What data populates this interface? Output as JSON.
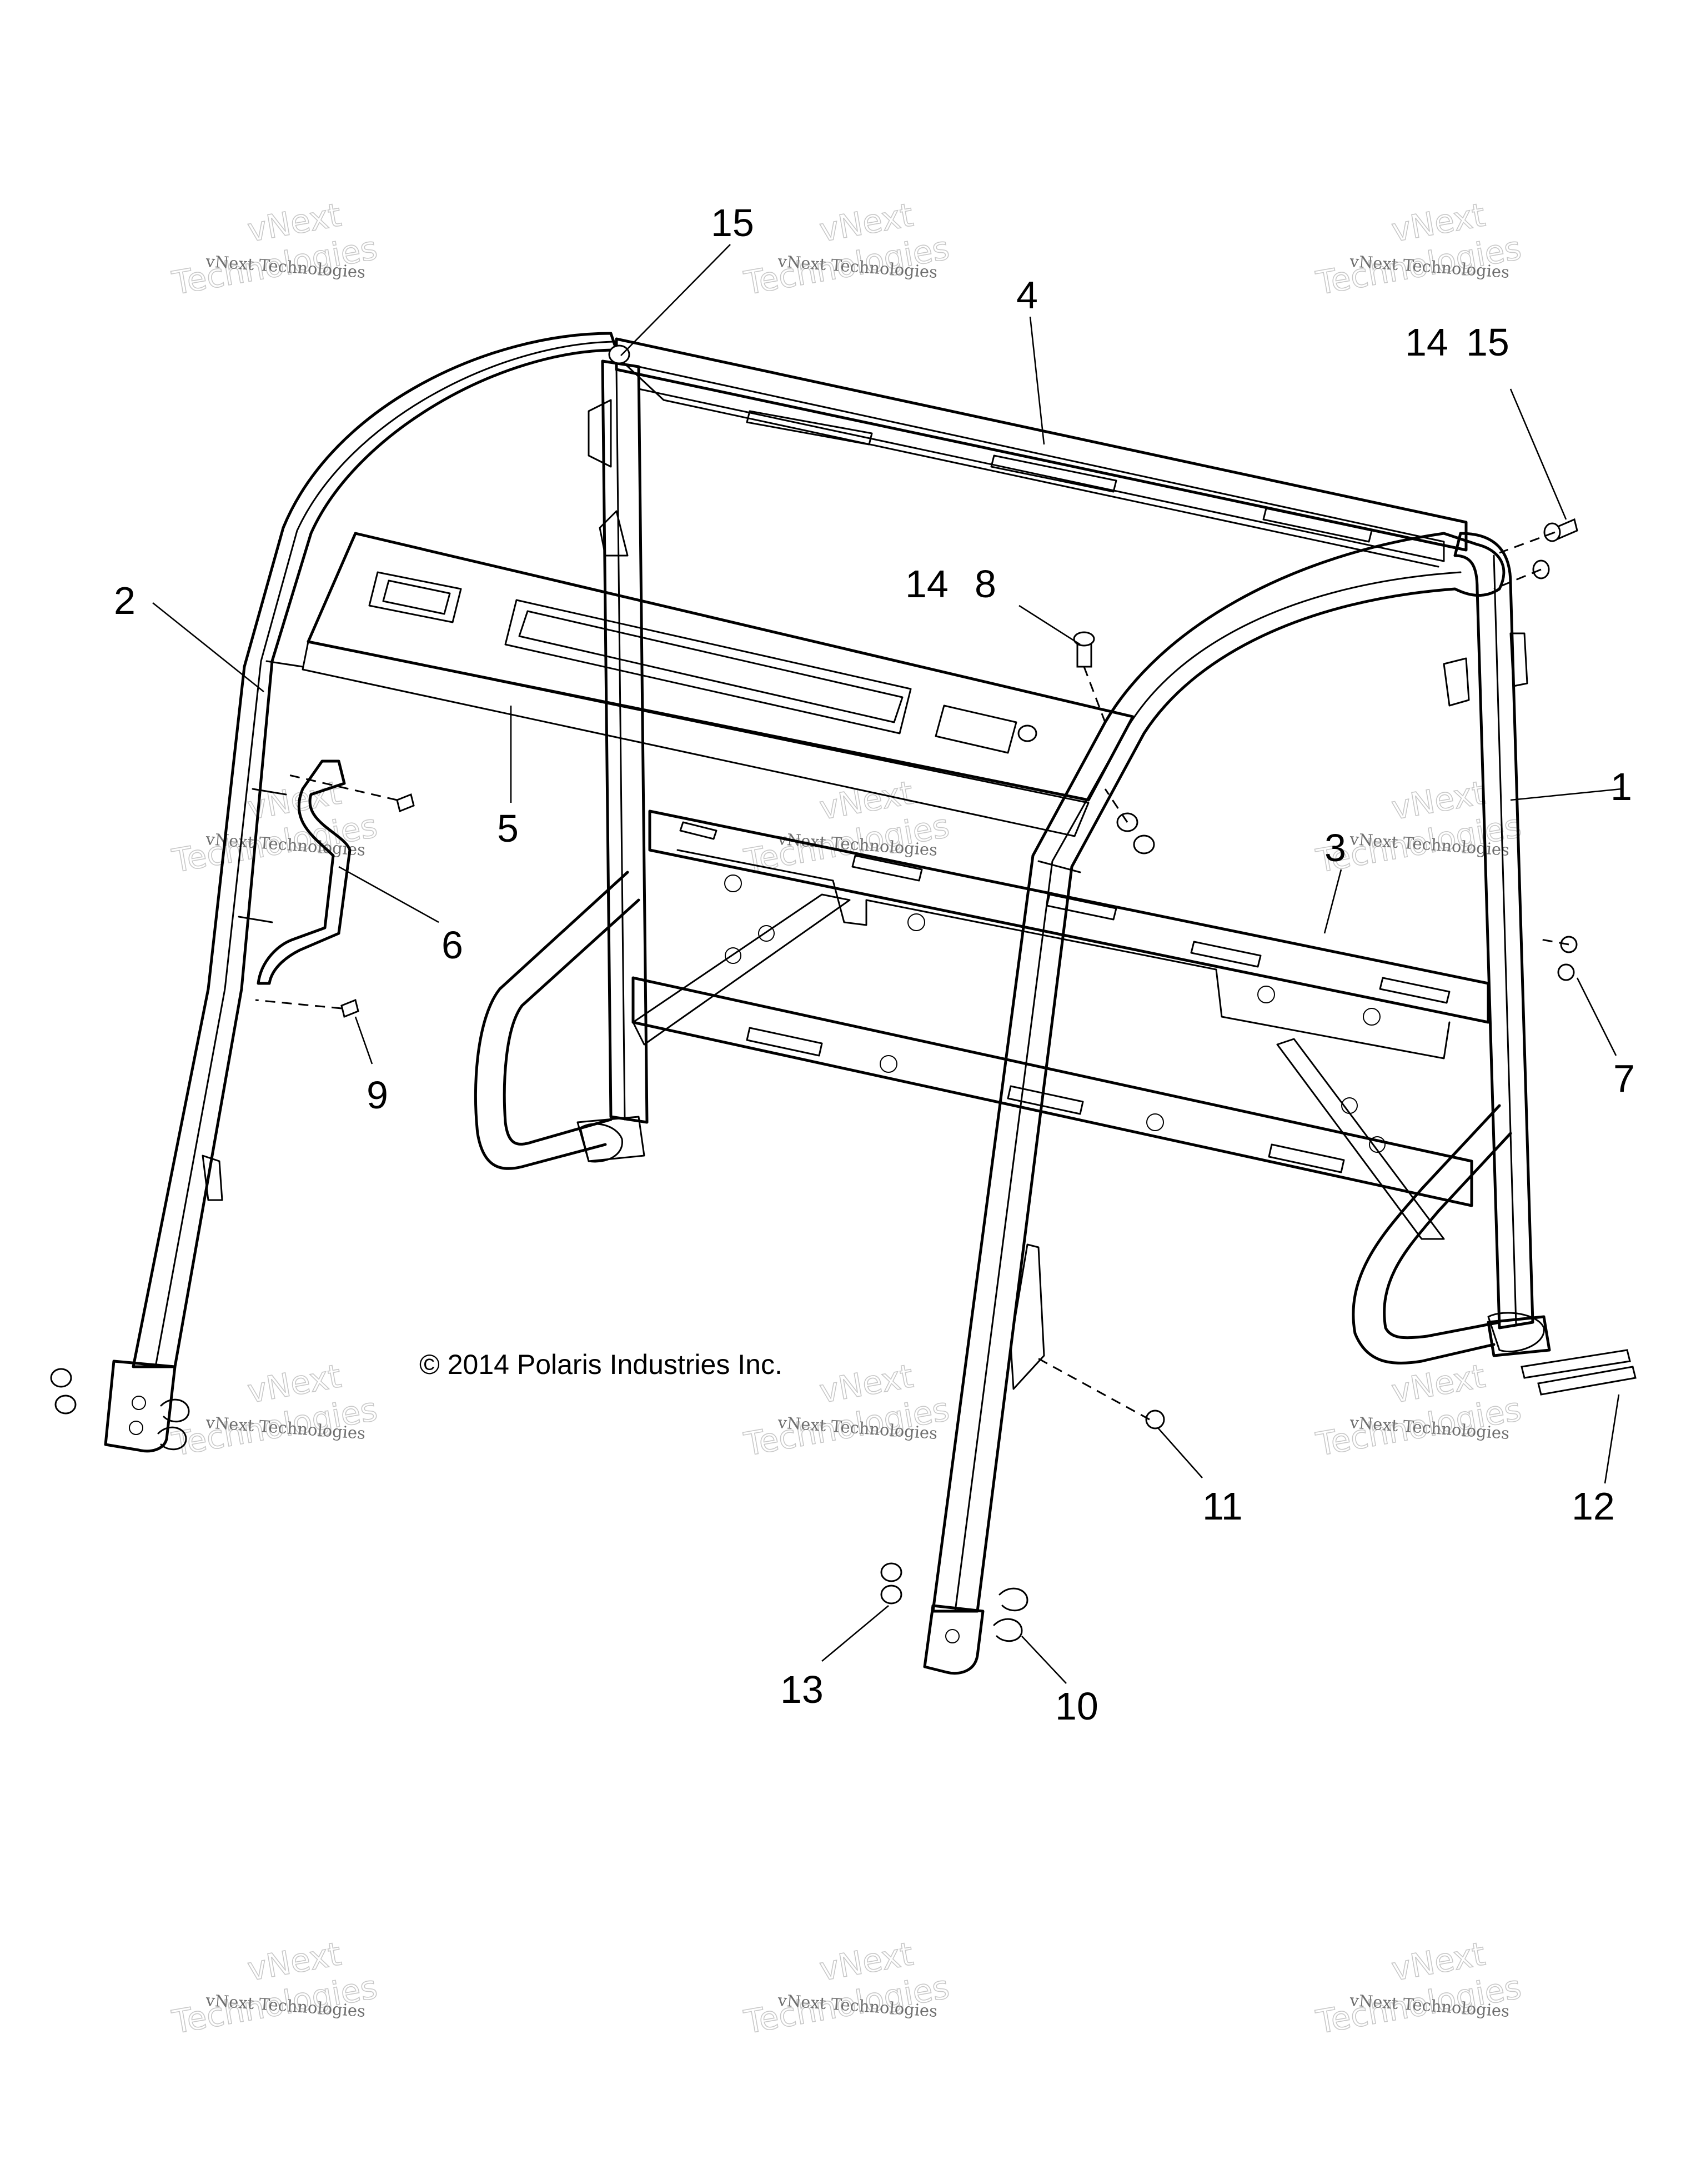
{
  "copyright": "© 2014 Polaris Industries Inc.",
  "watermark": {
    "line1": "vNext Technologies",
    "line2": "Technologies",
    "line3": "vNext"
  },
  "callouts": [
    "1",
    "2",
    "3",
    "4",
    "5",
    "6",
    "7",
    "8",
    "9",
    "10",
    "11",
    "12",
    "13",
    "14",
    "15"
  ],
  "labels": {
    "c1": "1",
    "c2": "2",
    "c3": "3",
    "c4": "4",
    "c5": "5",
    "c6": "6",
    "c7": "7",
    "c8": "8",
    "c9": "9",
    "c10": "10",
    "c11": "11",
    "c12": "12",
    "c13": "13",
    "c14a": "14",
    "c14b": "14",
    "c15a": "15",
    "c15b": "15"
  }
}
